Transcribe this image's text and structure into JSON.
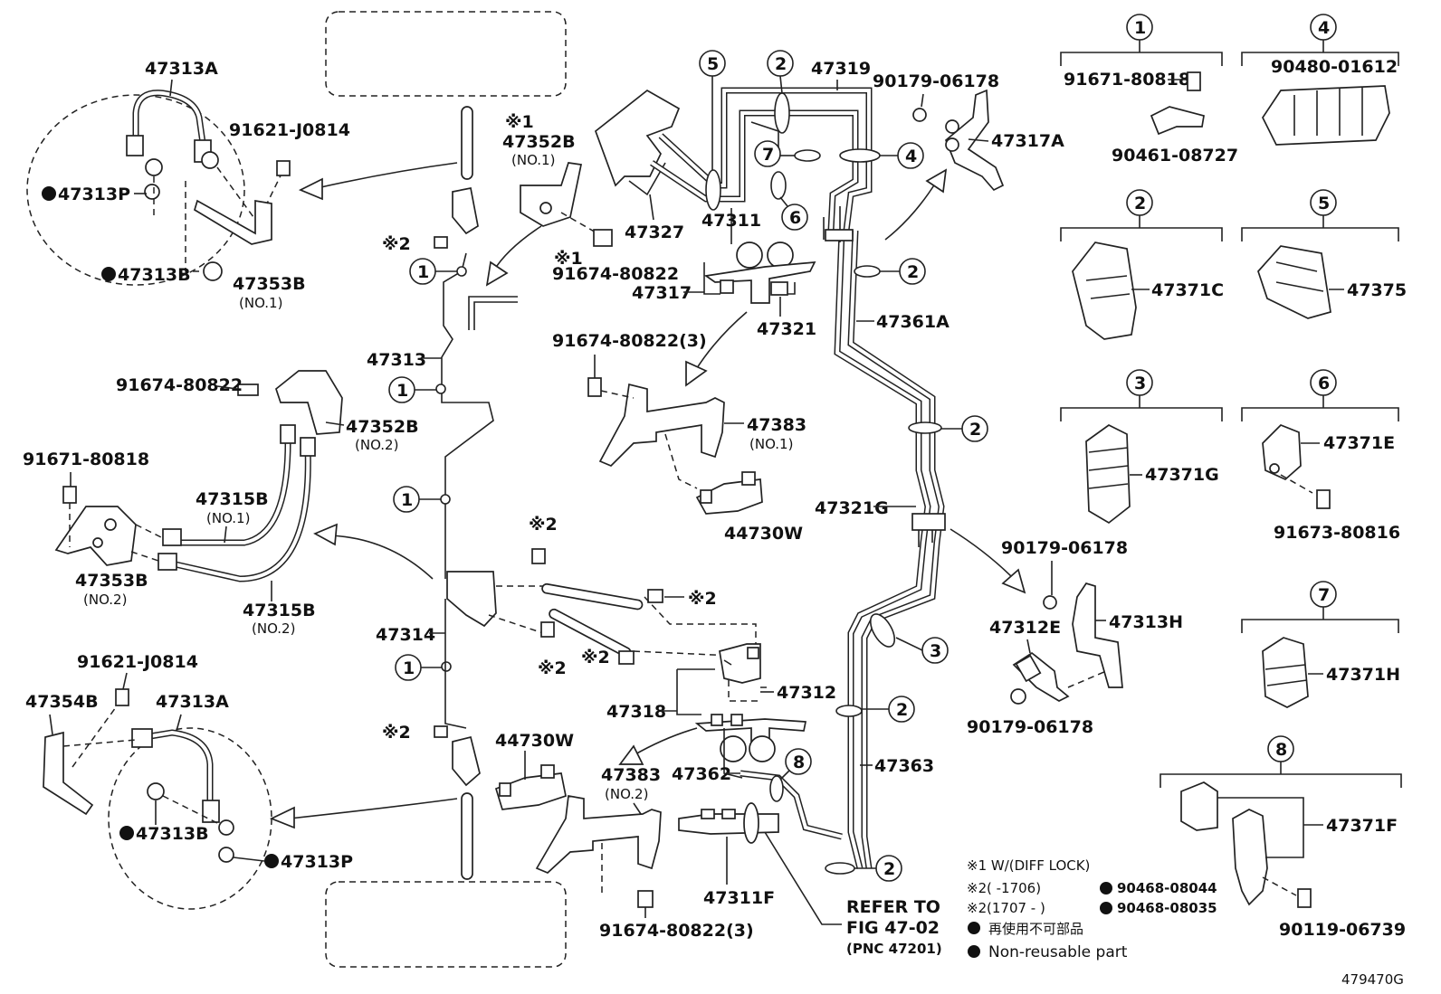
{
  "diagram": {
    "id_code": "479470G",
    "notes": {
      "n1": "※1  W/(DIFF LOCK)",
      "n2a_sym": "※2",
      "n2a_range": "(       -1706)",
      "n2a_part": "90468-08044",
      "n2b_sym": "※2",
      "n2b_range": "(1707 -      )",
      "n2b_part": "90468-08035",
      "nr_jp": "再使用不可部品",
      "nr_en": "Non-reusable part"
    },
    "refer": {
      "l1": "REFER TO",
      "l2": "FIG 47-02",
      "l3": "(PNC 47201)"
    },
    "labels": {
      "p47313A_top": "47313A",
      "p91621_top": "91621-J0814",
      "p47313P_top": "47313P",
      "p47313B_top": "47313B",
      "p47353B_1": "47353B",
      "no1_a": "(NO.1)",
      "m1a": "※1",
      "p47352B_1": "47352B",
      "no1_b": "(NO.1)",
      "m1b": "※1",
      "p91674_1": "91674-80822",
      "m2_a": "※2",
      "p47313": "47313",
      "p91674_2": "91674-80822",
      "p47352B_2": "47352B",
      "no2_a": "(NO.2)",
      "p91671_l": "91671-80818",
      "p47315B_1": "47315B",
      "no1_c": "(NO.1)",
      "p47353B_2": "47353B",
      "no2_b": "(NO.2)",
      "p47315B_2": "47315B",
      "no2_c": "(NO.2)",
      "p47314": "47314",
      "p91621_bot": "91621-J0814",
      "p47354B": "47354B",
      "p47313A_bot": "47313A",
      "p47313B_bot": "47313B",
      "p47313P_bot": "47313P",
      "m2_b": "※2",
      "m2_c": "※2",
      "m2_d": "※2",
      "m2_e": "※2",
      "m2_f": "※2",
      "p47319": "47319",
      "p90179_a": "90179-06178",
      "p47317A": "47317A",
      "p47327": "47327",
      "p47311": "47311",
      "p47317": "47317",
      "p47321": "47321",
      "p47361A": "47361A",
      "p91674_3": "91674-80822(3)",
      "p47383_1": "47383",
      "no1_d": "(NO.1)",
      "p44730W_a": "44730W",
      "p47321G": "47321G",
      "p90179_b": "90179-06178",
      "p47312E": "47312E",
      "p47313H": "47313H",
      "p90179_c": "90179-06178",
      "p47312": "47312",
      "p47318": "47318",
      "p44730W_b": "44730W",
      "p47383_2": "47383",
      "no2_d": "(NO.2)",
      "p47362": "47362",
      "p47363": "47363",
      "p47311F": "47311F",
      "p91674_4": "91674-80822(3)",
      "k1_p1": "91671-80818",
      "k1_p2": "90461-08727",
      "k4_p": "90480-01612",
      "k2_p": "47371C",
      "k5_p": "47375",
      "k3_p": "47371G",
      "k6_p1": "47371E",
      "k6_p2": "91673-80816",
      "k7_p": "47371H",
      "k8_p1": "47371F",
      "k8_p2": "90119-06739"
    },
    "callouts": {
      "c1": "1",
      "c2": "2",
      "c3": "3",
      "c4": "4",
      "c5": "5",
      "c6": "6",
      "c7": "7",
      "c8": "8"
    }
  }
}
